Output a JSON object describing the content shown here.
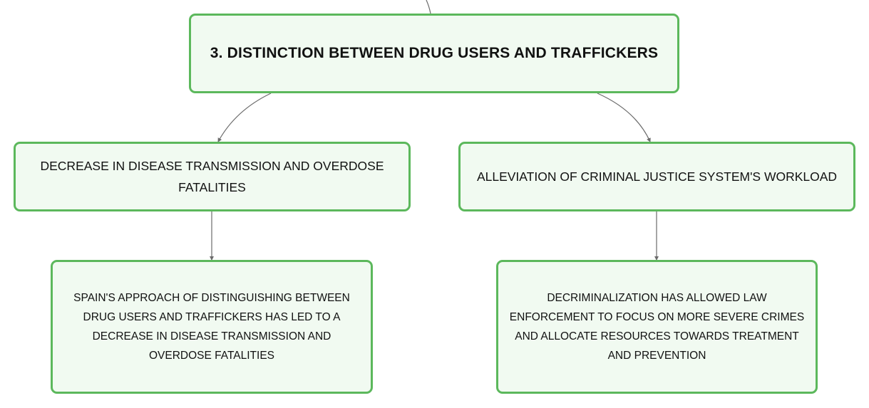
{
  "diagram": {
    "root": {
      "label": "3. DISTINCTION BETWEEN DRUG USERS AND TRAFFICKERS"
    },
    "branches": [
      {
        "label": "DECREASE IN DISEASE TRANSMISSION AND OVERDOSE FATALITIES",
        "detail": "SPAIN'S APPROACH OF DISTINGUISHING BETWEEN DRUG USERS AND TRAFFICKERS HAS LED TO A DECREASE IN DISEASE TRANSMISSION AND OVERDOSE FATALITIES"
      },
      {
        "label": "ALLEVIATION OF CRIMINAL JUSTICE SYSTEM'S WORKLOAD",
        "detail": "DECRIMINALIZATION HAS ALLOWED LAW ENFORCEMENT TO FOCUS ON MORE SEVERE CRIMES AND ALLOCATE RESOURCES TOWARDS TREATMENT AND PREVENTION"
      }
    ],
    "colors": {
      "node_border": "#5cb85c",
      "node_fill": "#f1faf1",
      "connector": "#6b6b6b",
      "text": "#111111"
    }
  }
}
